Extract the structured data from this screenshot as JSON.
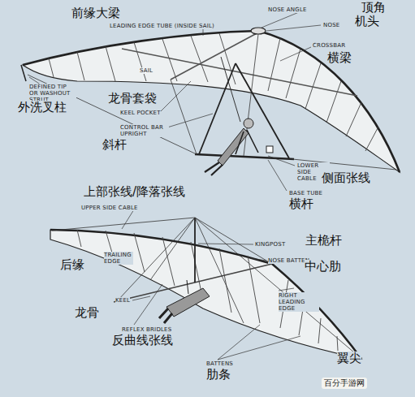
{
  "diagram": {
    "labels": [
      "前缘大梁",
      "LEADING EDGE TUBE (INSIDE SAIL)",
      "NOSE ANGLE",
      "顶角",
      "NOSE",
      "机头",
      "CROSSBAR",
      "横梁",
      "SAIL",
      "DEFINED TIP OR WASHOUT STRUT",
      "外洗叉柱",
      "龙骨套袋",
      "KEEL POCKET",
      "CONTROL BAR UPRIGHT",
      "斜杆",
      "LOWER SIDE CABLE",
      "侧面张线",
      "BASE TUBE",
      "横杆",
      "上部张线/降落张线",
      "UPPER SIDE CABLE",
      "KINGPOST",
      "主桅杆",
      "TRAILING EDGE",
      "后缘",
      "NOSE BATTEN",
      "中心肋",
      "RIGHT LEADING EDGE",
      "龙骨",
      "KEEL",
      "REFLEX BRIDLES",
      "反曲线张线",
      "BATTENS",
      "肋条",
      "翼尖",
      "百分手游网"
    ]
  }
}
